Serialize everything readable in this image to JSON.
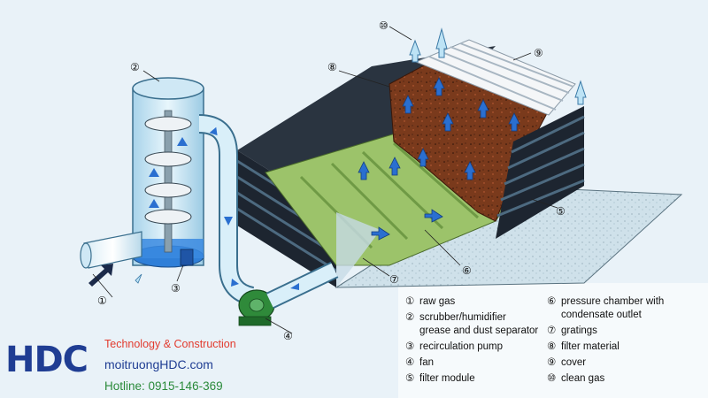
{
  "callouts": {
    "c1": "①",
    "c2": "②",
    "c3": "③",
    "c4": "④",
    "c5": "⑤",
    "c6": "⑥",
    "c7": "⑦",
    "c8": "⑧",
    "c9": "⑨",
    "c10": "⑩"
  },
  "legend_left": [
    {
      "num": "①",
      "text": "raw gas"
    },
    {
      "num": "②",
      "text": "scrubber/humidifier"
    },
    {
      "num": "",
      "text": "grease and dust separator"
    },
    {
      "num": "③",
      "text": "recirculation pump"
    },
    {
      "num": "④",
      "text": "fan"
    },
    {
      "num": "⑤",
      "text": "filter module"
    }
  ],
  "legend_right": [
    {
      "num": "⑥",
      "text": "pressure chamber with"
    },
    {
      "num": "",
      "text": "condensate outlet"
    },
    {
      "num": "⑦",
      "text": "gratings"
    },
    {
      "num": "⑧",
      "text": "filter material"
    },
    {
      "num": "⑨",
      "text": "cover"
    },
    {
      "num": "⑩",
      "text": "clean gas"
    }
  ],
  "brand": {
    "logo": "HDC",
    "tagline": "Technology & Construction",
    "website": "moitruongHDC.com",
    "hotline": "Hotline: 0915-146-369"
  },
  "colors": {
    "accent_blue": "#1f3d93",
    "accent_red": "#e23b2e",
    "accent_green": "#2a8a3a",
    "filter_material": "#7a3a1c",
    "grating": "#9cc36a",
    "fan": "#2f8a3a",
    "arrow": "#2a6fd0"
  }
}
